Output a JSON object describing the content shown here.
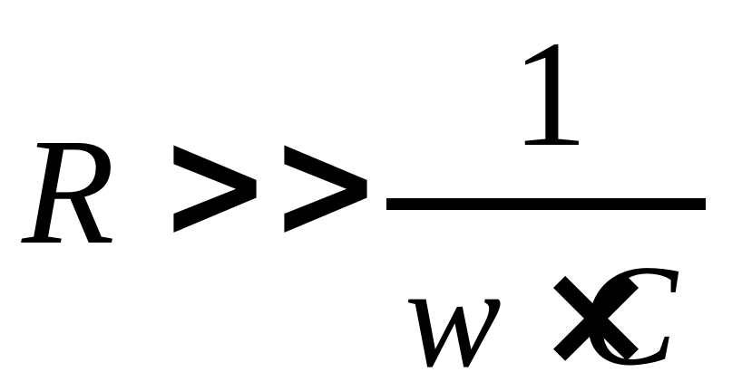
{
  "formula": {
    "lhs": "R",
    "relation": ">>",
    "numerator": "1",
    "denominator_left": "w",
    "times": "×",
    "denominator_right": "C"
  },
  "colors": {
    "ink": "#000000",
    "background": "#ffffff"
  }
}
